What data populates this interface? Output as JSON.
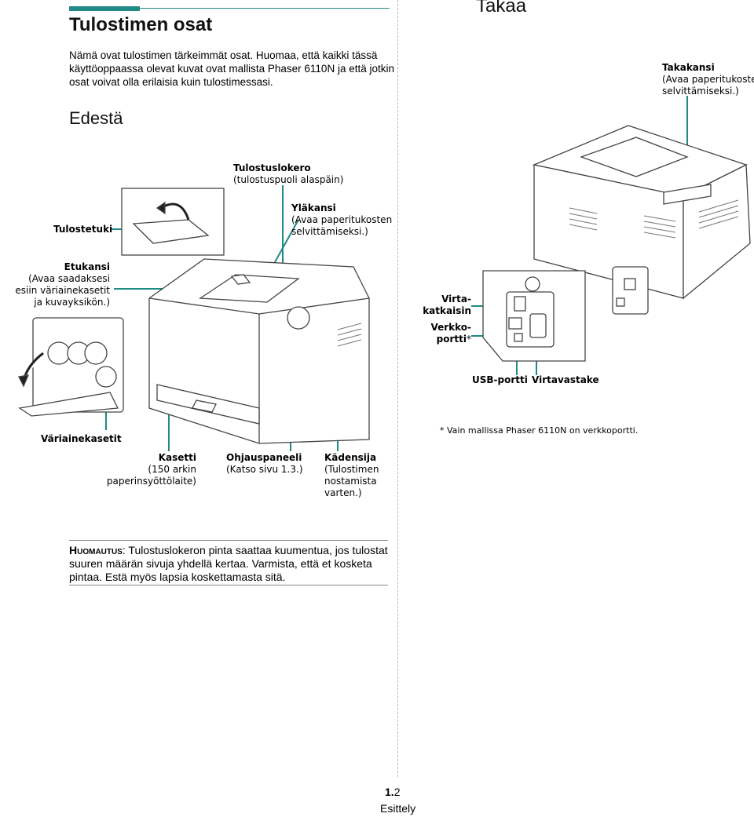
{
  "header": {
    "title": "Tulostimen osat",
    "intro": "Nämä ovat tulostimen tärkeimmät osat. Huomaa, että kaikki tässä käyttöoppaassa olevat kuvat ovat mallista Phaser 6110N ja että jotkin osat voivat olla erilaisia kuin tulostimessasi."
  },
  "sections": {
    "front": "Edestä",
    "back": "Takaa"
  },
  "labels": {
    "output_tray": "Tulostuslokero",
    "output_tray_desc": "(tulostuspuoli alaspäin)",
    "output_support": "Tulostetuki",
    "top_cover": "Yläkansi",
    "top_cover_desc1": "(Avaa paperitukosten",
    "top_cover_desc2": "selvittämiseksi.)",
    "front_cover": "Etukansi",
    "front_cover_desc1": "(Avaa saadaksesi",
    "front_cover_desc2": "esiin väriainekasetit",
    "front_cover_desc3": "ja kuvayksikön.)",
    "toner": "Väriainekasetit",
    "tray": "Kasetti",
    "tray_desc1": "(150 arkin",
    "tray_desc2": "paperinsyöttölaite)",
    "panel": "Ohjauspaneeli",
    "panel_desc": "(Katso sivu 1.3.)",
    "handle": "Kädensija",
    "handle_desc1": "(Tulostimen",
    "handle_desc2": "nostamista",
    "handle_desc3": "varten.)",
    "rear_cover": "Takakansi",
    "rear_cover_desc1": "(Avaa paperitukosten",
    "rear_cover_desc2": "selvittämiseksi.)",
    "power_switch1": "Virta-",
    "power_switch2": "katkaisin",
    "network1": "Verkko-",
    "network2": "portti",
    "network_mark": "*",
    "usb": "USB-portti",
    "power_socket": "Virtavastake",
    "footnote": "* Vain mallissa Phaser 6110N on verkkoportti."
  },
  "note": {
    "label": "Huomautus",
    "text": ": Tulostuslokeron pinta saattaa kuumentua, jos tulostat suuren määrän sivuja yhdellä kertaa. Varmista, että et kosketa pintaa. Estä myös lapsia koskettamasta sitä."
  },
  "footer": {
    "chapter": "1.",
    "page": "2",
    "section": "Esittely"
  },
  "colors": {
    "accent": "#1f8a86"
  }
}
